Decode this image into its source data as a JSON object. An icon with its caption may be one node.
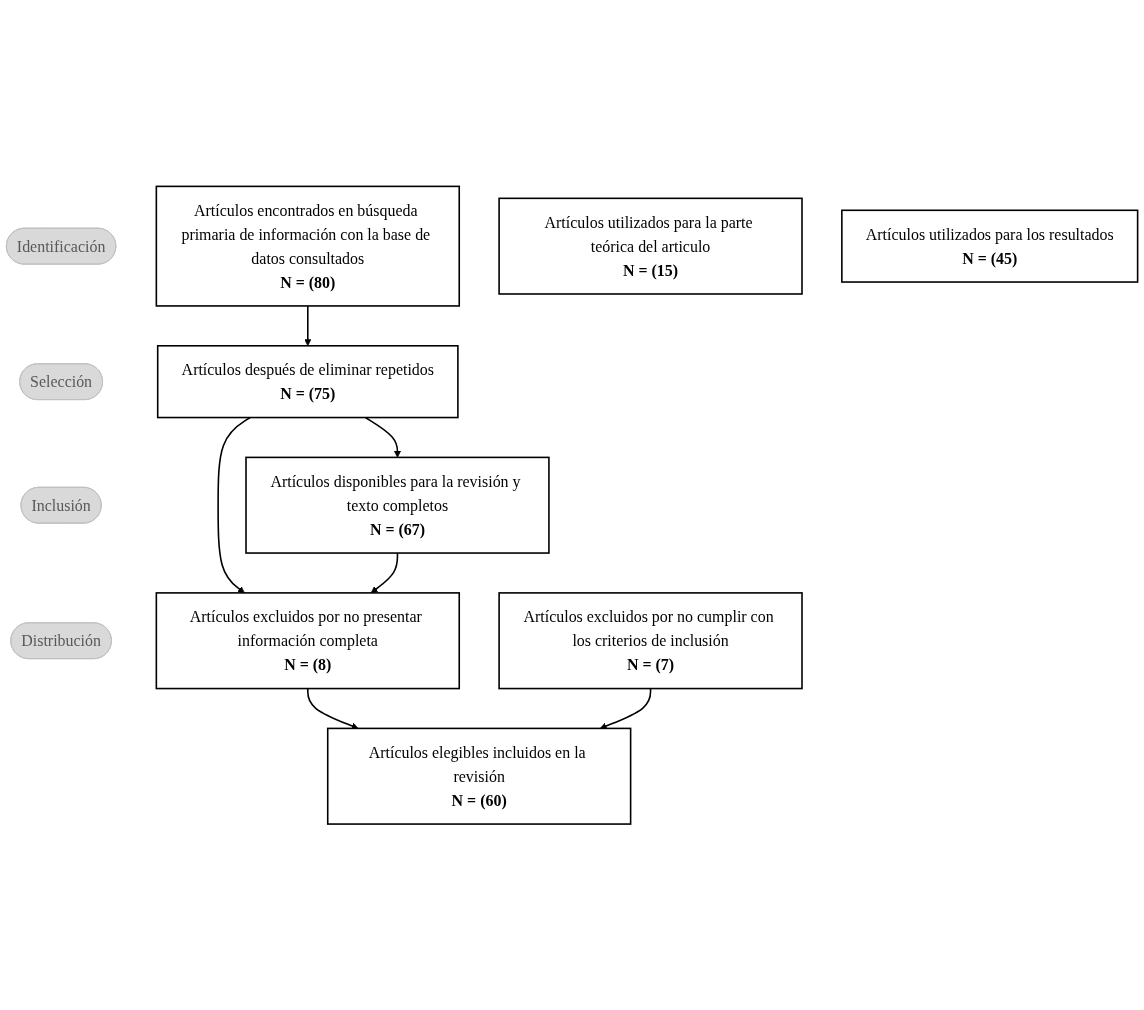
{
  "diagram": {
    "nodes": [
      {
        "text": [
          "Identificación"
        ]
      },
      {
        "text": [
          "Selección"
        ]
      },
      {
        "text": [
          "Inclusión"
        ]
      },
      {
        "text": [
          "Distribución"
        ]
      },
      {
        "text": [
          "Artículos encontrados en búsqueda primaria de información con la base de datos consultados",
          "N = (80)"
        ]
      },
      {
        "text": [
          "Artículos después de eliminar repetidos",
          "N = (75)"
        ]
      },
      {
        "text": [
          "Artículos excluidos por no presentar información completa",
          "N = (8)"
        ]
      },
      {
        "text": [
          "Artículos disponibles para la revisión y texto completos",
          "N = (67)"
        ]
      },
      {
        "text": [
          "Artículos elegibles incluidos en la revisión",
          "N = (60)"
        ]
      },
      {
        "text": [
          "Artículos excluidos por no cumplir con los criterios de inclusión",
          "N = (7)"
        ]
      },
      {
        "text": [
          "Artículos utilizados para la parte teórica del articulo",
          "N = (15)"
        ]
      },
      {
        "text": [
          "Artículos utilizados para los resultados",
          "N = (45)"
        ]
      }
    ],
    "edges": [
      {
        "from": 4,
        "to": 5,
        "arrow": "to"
      },
      {
        "from": 5,
        "to": 6,
        "arrow": "to"
      },
      {
        "from": 5,
        "to": 7,
        "arrow": "to"
      },
      {
        "from": 7,
        "to": 6,
        "arrow": "to"
      },
      {
        "from": 6,
        "to": 8,
        "arrow": "to"
      },
      {
        "from": 9,
        "to": 8,
        "arrow": "to"
      }
    ]
  }
}
